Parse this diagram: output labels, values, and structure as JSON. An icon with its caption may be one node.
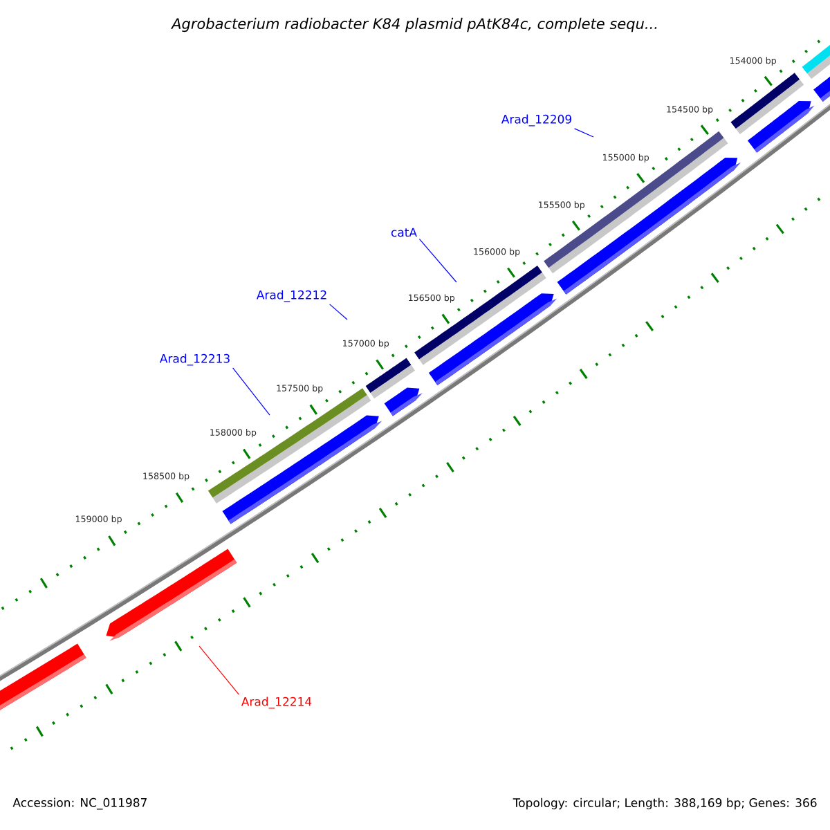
{
  "diagram": {
    "title": "Agrobacterium radiobacter K84 plasmid pAtK84c, complete sequ...",
    "nodes": [
      {
        "text": [
          "Arad_12209"
        ]
      },
      {
        "text": [
          "catA"
        ]
      },
      {
        "text": [
          "Arad_12212"
        ]
      },
      {
        "text": [
          "Arad_12213"
        ]
      },
      {
        "text": [
          "Arad_12214"
        ]
      }
    ],
    "edges": [
      {
        "from": 0,
        "to": null,
        "arrow": "none"
      },
      {
        "from": 1,
        "to": null,
        "arrow": "none"
      },
      {
        "from": 2,
        "to": null,
        "arrow": "none"
      },
      {
        "from": 3,
        "to": null,
        "arrow": "none"
      },
      {
        "from": 4,
        "to": null,
        "arrow": "none",
        "color": "#ff0000"
      }
    ],
    "labels": [
      "154000 bp",
      "154500 bp",
      "155000 bp",
      "155500 bp",
      "156000 bp",
      "156500 bp",
      "157000 bp",
      "157500 bp",
      "158000 bp",
      "158500 bp",
      "159000 bp",
      "Accession: NC_011987",
      "Topology: circular; Length: 388,169 bp; Genes: 366"
    ]
  }
}
